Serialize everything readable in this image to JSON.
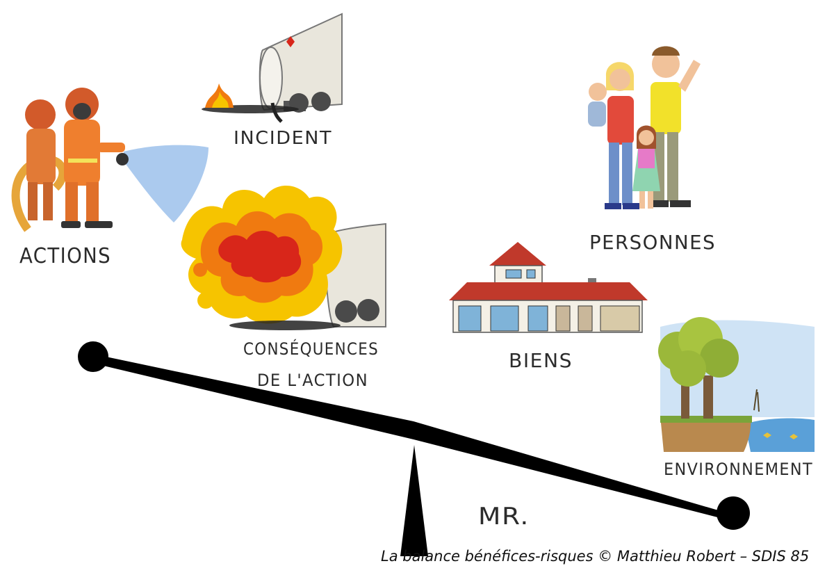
{
  "labels": {
    "actions": "ACTIONS",
    "incident": "INCIDENT",
    "consequences_line1": "CONSÉQUENCES",
    "consequences_line2": "DE L'ACTION",
    "personnes": "PERSONNES",
    "biens": "BIENS",
    "environnement": "ENVIRONNEMENT",
    "signature": "MR."
  },
  "caption": "La balance bénéfices-risques © Matthieu Robert – SDIS 85",
  "colors": {
    "beam": "#000000",
    "water": "#8fb8e8",
    "flame_outer": "#f6c400",
    "flame_mid": "#f07a10",
    "flame_inner": "#d8261a",
    "firefighter": "#e8742a",
    "house_roof": "#c0392b",
    "tree_green": "#9bb83a",
    "sky": "#cfe3f5"
  },
  "icons": {
    "left_group": [
      "firefighters-icon",
      "tanker-fire-icon",
      "explosion-icon"
    ],
    "right_group": [
      "family-icon",
      "house-icon",
      "trees-lake-icon"
    ]
  }
}
